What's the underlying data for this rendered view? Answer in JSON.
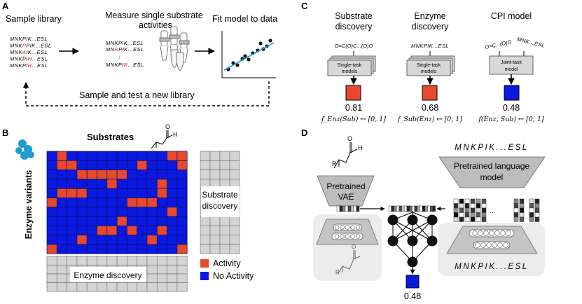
{
  "panel_a": {
    "label": "A",
    "step_sample": "Sample library",
    "step_measure_line1": "Measure single substrate",
    "step_measure_line2": "activities",
    "step_fit": "Fit model to data",
    "loop_label": "Sample and test a new library",
    "library_seqs": [
      {
        "pre": "MNKPIK",
        "mut": "",
        "post": "...ESL"
      },
      {
        "pre": "MNK",
        "mut": "P",
        "post": "PIK...ESL"
      },
      {
        "pre": "MNK",
        "mut": "A",
        "post": "IK...ESL"
      },
      {
        "pre": "MNKPI",
        "mut": "H",
        "post": "...ESL"
      },
      {
        "pre": "MNKPI",
        "mut": "R",
        "post": "...ESL"
      }
    ],
    "measured_seqs": [
      {
        "pre": "MNKPIK",
        "mut": "",
        "post": "...ESL"
      },
      {
        "pre": "MN",
        "mut": "R",
        "post": "PIK...ESL"
      },
      {
        "pre": "MNKPI",
        "mut": "R",
        "post": "...ESL"
      }
    ],
    "colors": {
      "mutation": "#d9251c",
      "fit_line": "#1f9bd1"
    }
  },
  "panel_b": {
    "label": "B",
    "substrates_title": "Substrates",
    "enzyme_variants_label": "Enzyme variants",
    "substrate_discovery_line1": "Substrate",
    "substrate_discovery_line2": "discovery",
    "enzyme_discovery": "Enzyme discovery",
    "legend_activity": "Activity",
    "legend_no_activity": "No Activity",
    "colors": {
      "activity": "#e8492c",
      "no_activity": "#0a19e0",
      "grid_line": "#0a1060",
      "held_out": "#d4d4d4"
    },
    "grid_activity_rows": [
      [
        1,
        12,
        13
      ],
      [
        1,
        2,
        9,
        13
      ],
      [
        3,
        4,
        5,
        6,
        7
      ],
      [
        6,
        11
      ],
      [
        1,
        2,
        3,
        11
      ],
      [
        0,
        8,
        9,
        10
      ],
      [
        12
      ],
      [
        7
      ],
      [
        5,
        6,
        8,
        11
      ],
      [
        3,
        10
      ],
      [
        0,
        13
      ]
    ]
  },
  "panel_c": {
    "label": "C",
    "titles": [
      [
        "Substrate",
        "discovery"
      ],
      [
        "Enzyme",
        "discovery"
      ],
      [
        "CPI model"
      ]
    ],
    "smiles": "O=C(O)C...(O)O",
    "smiles_frag1": "O=C...(O)O",
    "seq": "MNKPIK...ESL",
    "seq_frag": "MNK...ESL",
    "box_labels": [
      [
        "Single-task",
        "models"
      ],
      [
        "Single-task",
        "models"
      ],
      [
        "Joint-task",
        "model"
      ]
    ],
    "values": [
      "0.81",
      "0.68",
      "0.48"
    ],
    "colors": [
      "#e8492c",
      "#e8492c",
      "#0a19e0"
    ],
    "formulas": [
      "f_Enz(Sub) ↦ [0, 1]",
      "f_Sub(Enz) ↦ [0, 1]",
      "f(Enz, Sub) ↦ [0, 1]"
    ]
  },
  "panel_d": {
    "label": "D",
    "seq_top": "MNKPIK...ESL",
    "seq_bottom": "MNKPIK...ESL",
    "vae_line1": "Pretrained",
    "vae_line2": "VAE",
    "lm_line1": "Pretrained language",
    "lm_line2": "model",
    "output_value": "0.48",
    "output_color": "#0a19e0"
  }
}
